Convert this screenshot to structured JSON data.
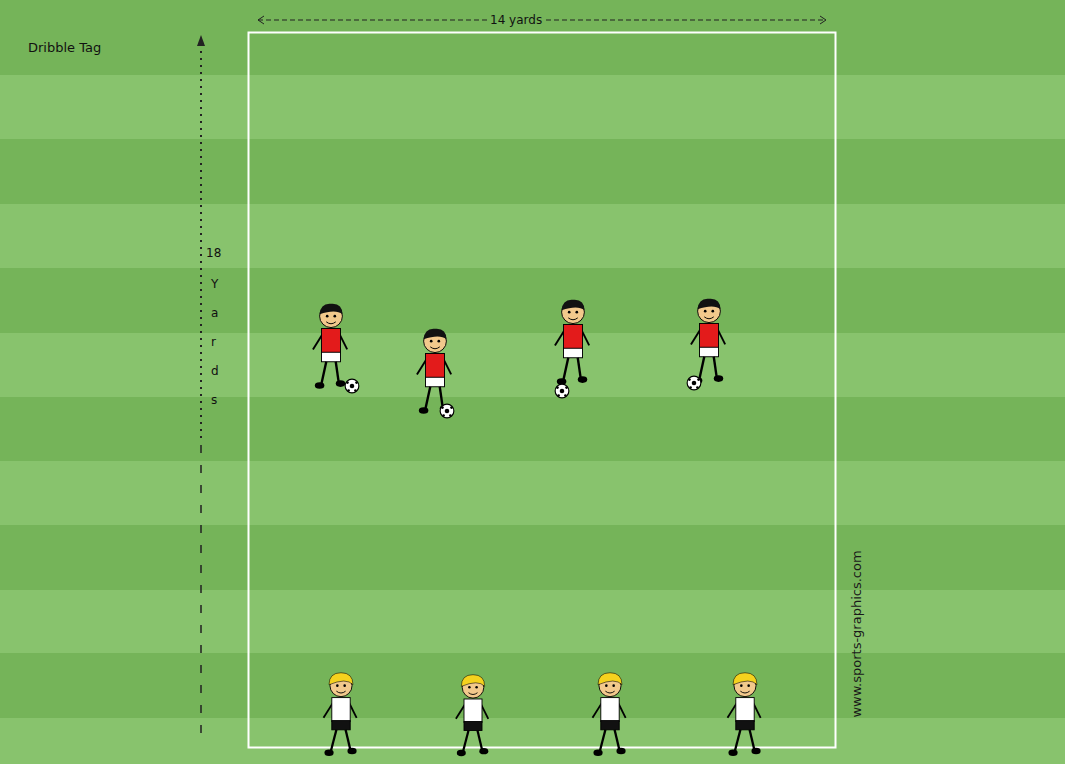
{
  "diagram": {
    "title": "Dribble Tag",
    "labels": [
      "14 yards",
      "18",
      "Yards",
      "www.sports-graphics.com"
    ]
  }
}
